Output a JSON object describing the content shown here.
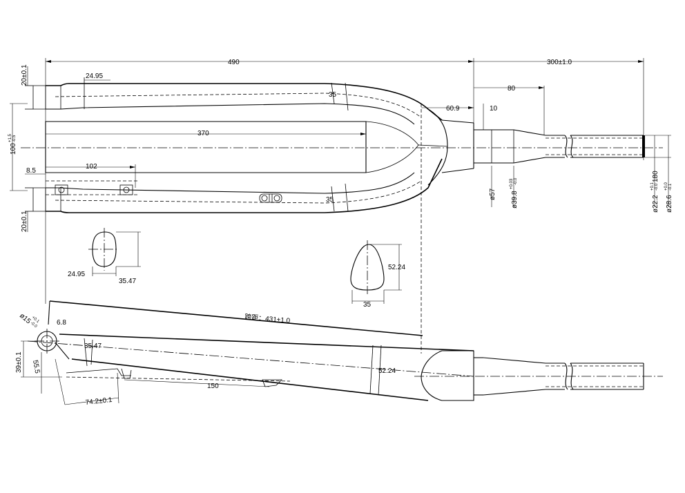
{
  "dimensions": {
    "overall_length": "490",
    "steerer_length": "300±1.0",
    "taper_length": "80",
    "crown_offset": "60.9",
    "crown_step": "10",
    "dropout_tab_top": "20±0.1",
    "dropout_tab_bottom": "20±0.1",
    "hub_spacing_base": "100",
    "hub_spacing_tol_upper": "+1.5",
    "hub_spacing_tol_lower": "-0.5",
    "tip_width": "24.95",
    "blade_length": "370",
    "mount_offset": "8.5",
    "mount_span": "102",
    "blade_section_upper": "35",
    "blade_section_lower": "35",
    "diam_crown_base": "ø57",
    "diam_bearing": "ø39.8",
    "diam_bearing_tol_upper": "+0.03",
    "diam_bearing_tol_lower": "-0.0",
    "diam_steerer_top": "ø22.2",
    "diam_steerer_top_tol_upper": "+0.1",
    "diam_steerer_top_tol_lower": "-0.0",
    "diam_steerer_top_len": "180",
    "diam_steerer": "ø28.6",
    "diam_steerer_tol_upper": "+0.0",
    "diam_steerer_tol_lower": "-0.1",
    "section_a_width": "24.95",
    "section_a_height": "35.47",
    "section_b_height": "52.24",
    "section_b_width": "35",
    "axle_diameter": "ø15",
    "axle_diameter_tol_upper": "+0.1",
    "axle_diameter_tol_lower": "-0.0",
    "axle_offset": "6.8",
    "axle_to_crown": "跨距：431±1.0",
    "side_blade_top": "35.47",
    "side_blade_crown": "52.24",
    "dropout_height": "39±0.1",
    "dropout_drop": "55.5",
    "brake_mount": "74.2±0.1",
    "brake_span": "150"
  }
}
